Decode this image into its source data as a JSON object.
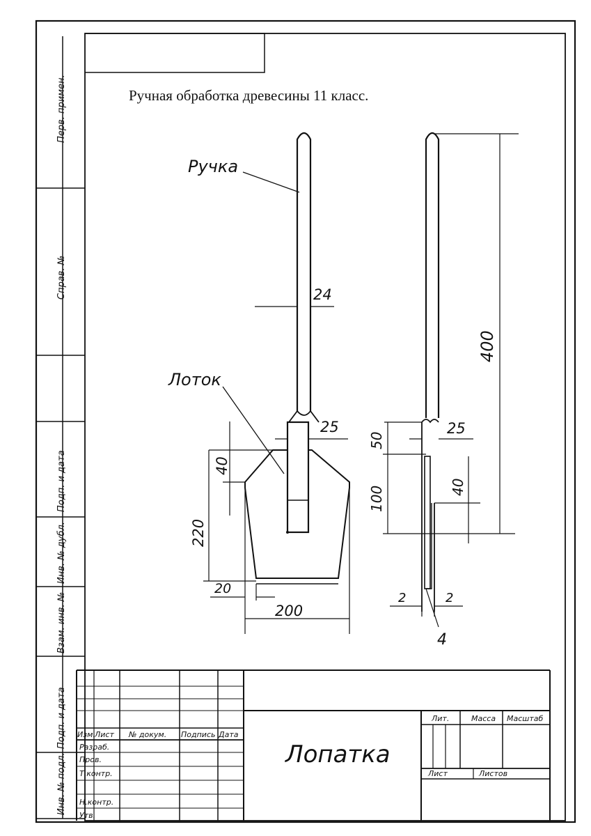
{
  "page": {
    "title": "Ручная обработка древесины 11 класс."
  },
  "side_strip": {
    "labels": [
      "Перв. примен.",
      "Справ. №",
      "Подп. и дата",
      "Инв. № дубл.",
      "Взам. инв. №",
      "Подп. и дата",
      "Инв. № подл."
    ]
  },
  "drawing": {
    "callouts": {
      "handle": "Ручка",
      "tray": "Лоток"
    },
    "dimensions": {
      "handle_width": "24",
      "socket_width": "25",
      "shoulder_height": "40",
      "blade_length": "220",
      "edge_offset": "20",
      "blade_width": "200",
      "total_length": "400",
      "socket_depth": "50",
      "side_socket_width": "25",
      "slot_length": "100",
      "side_shoulder": "40",
      "wall_left": "2",
      "wall_right": "2",
      "thickness": "4"
    }
  },
  "title_block": {
    "designation": "Лопатка",
    "headers": {
      "change": "Изм.",
      "sheet": "Лист",
      "doc_no": "№ докум.",
      "signature": "Подпись",
      "date": "Дата"
    },
    "roles": [
      "Разраб.",
      "Пров.",
      "Т.контр.",
      "Н.контр.",
      "Утв."
    ],
    "lit": "Лит.",
    "mass": "Масса",
    "scale": "Масштаб",
    "sheet_label": "Лист",
    "sheets_label": "Листов"
  }
}
